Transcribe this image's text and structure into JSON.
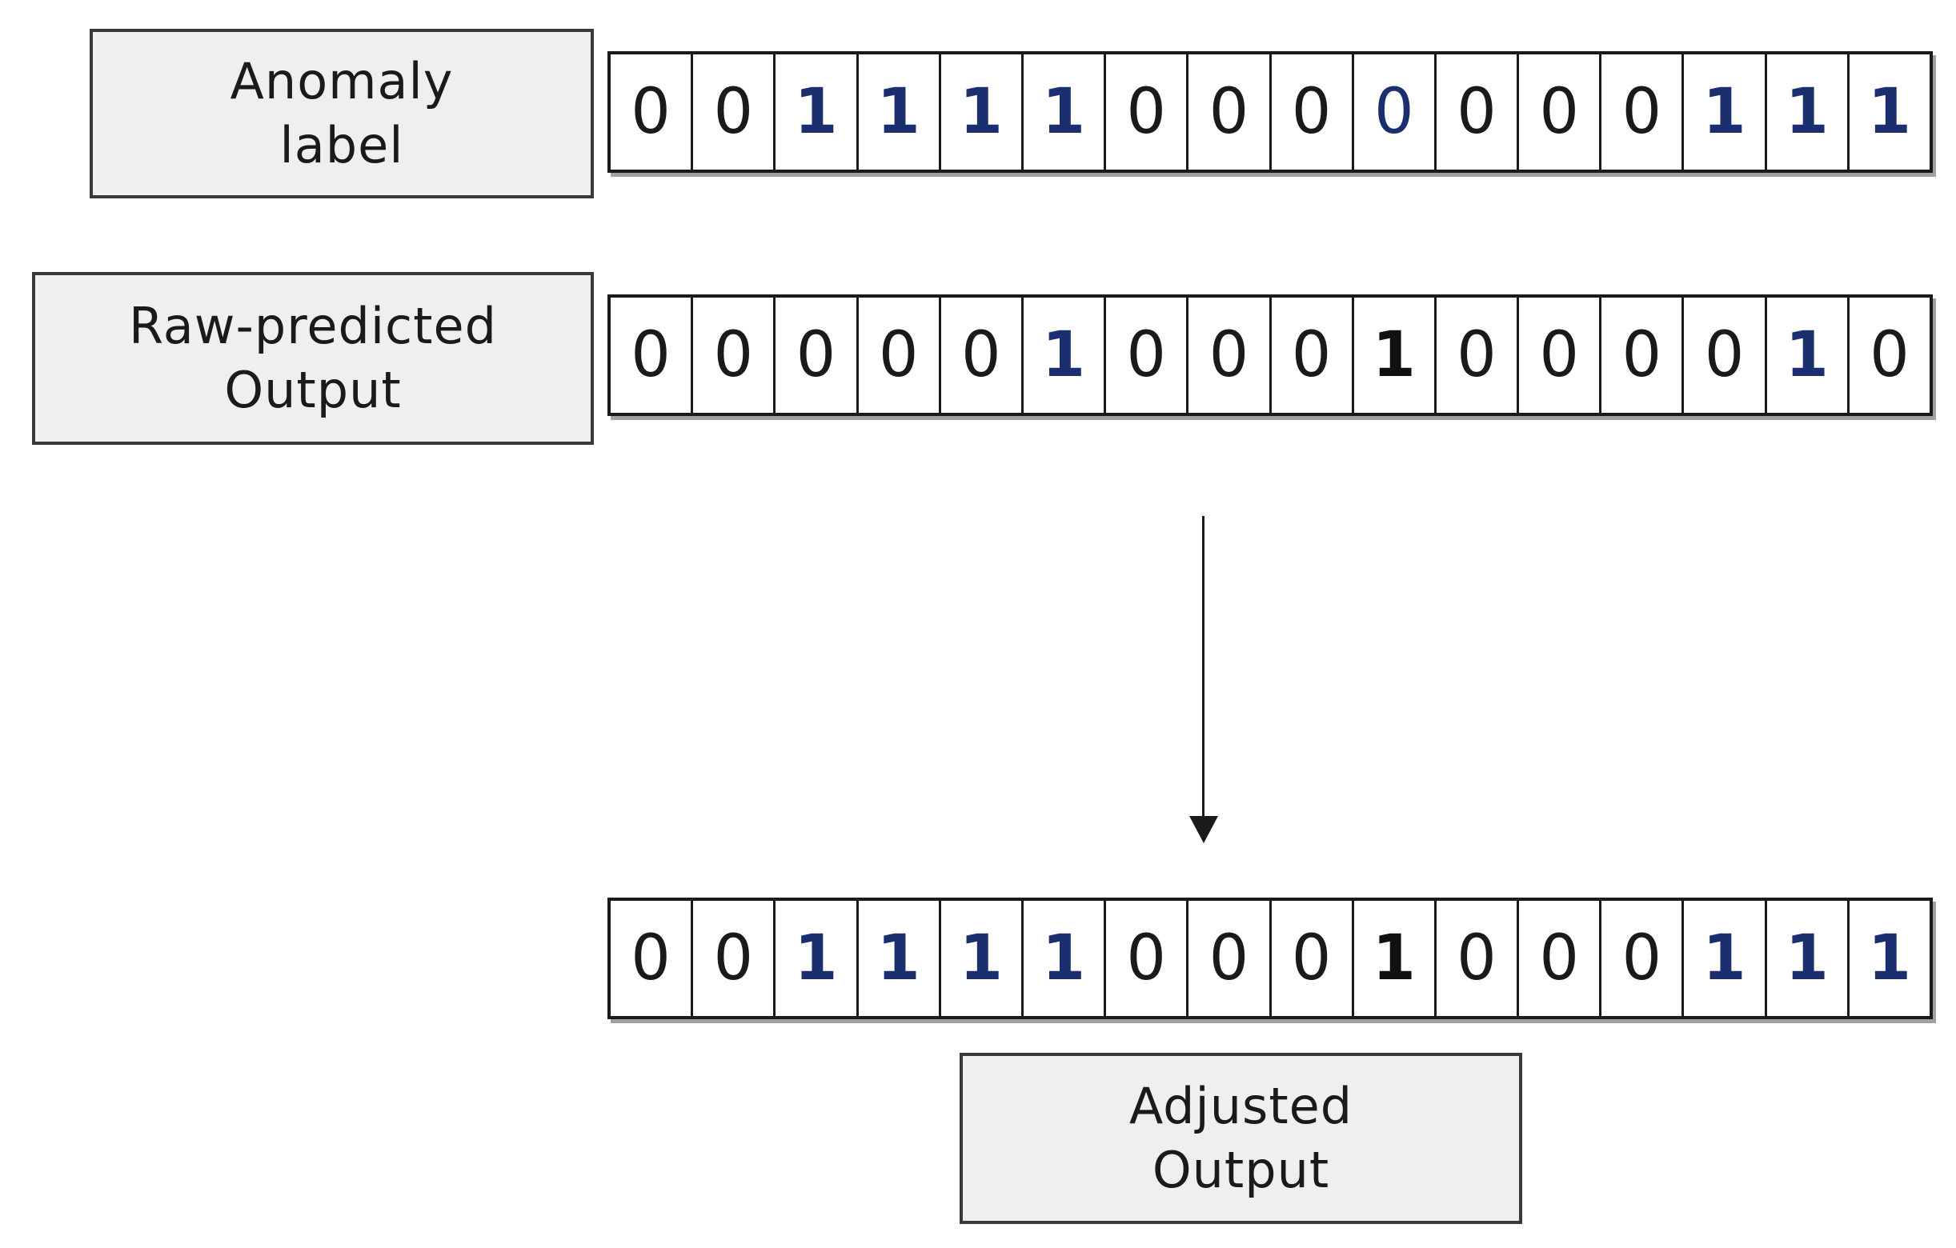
{
  "anomaly_label": {
    "line1": "Anomaly",
    "line2": "label",
    "cells": [
      "0",
      "0",
      "1",
      "1",
      "1",
      "1",
      "0",
      "0",
      "0",
      "0",
      "0",
      "0",
      "0",
      "1",
      "1",
      "1"
    ],
    "styles": [
      "n",
      "n",
      "blue",
      "blue",
      "blue",
      "blue",
      "n",
      "n",
      "n",
      "blue-zero",
      "n",
      "n",
      "n",
      "blue",
      "blue",
      "blue"
    ]
  },
  "raw_predicted": {
    "line1": "Raw-predicted",
    "line2": "Output",
    "cells": [
      "0",
      "0",
      "0",
      "0",
      "0",
      "1",
      "0",
      "0",
      "0",
      "1",
      "0",
      "0",
      "0",
      "0",
      "1",
      "0"
    ],
    "styles": [
      "n",
      "n",
      "n",
      "n",
      "n",
      "blue",
      "n",
      "n",
      "n",
      "bold",
      "n",
      "n",
      "n",
      "n",
      "blue",
      "n"
    ]
  },
  "adjusted": {
    "line1": "Adjusted",
    "line2": "Output",
    "cells": [
      "0",
      "0",
      "1",
      "1",
      "1",
      "1",
      "0",
      "0",
      "0",
      "1",
      "0",
      "0",
      "0",
      "1",
      "1",
      "1"
    ],
    "styles": [
      "n",
      "n",
      "blue",
      "blue",
      "blue",
      "blue",
      "n",
      "n",
      "n",
      "bold",
      "n",
      "n",
      "n",
      "blue",
      "blue",
      "blue"
    ]
  },
  "colors": {
    "anomaly_blue": "#1b2f6e",
    "box_fill": "#efefef",
    "border": "#1a1a1a"
  }
}
